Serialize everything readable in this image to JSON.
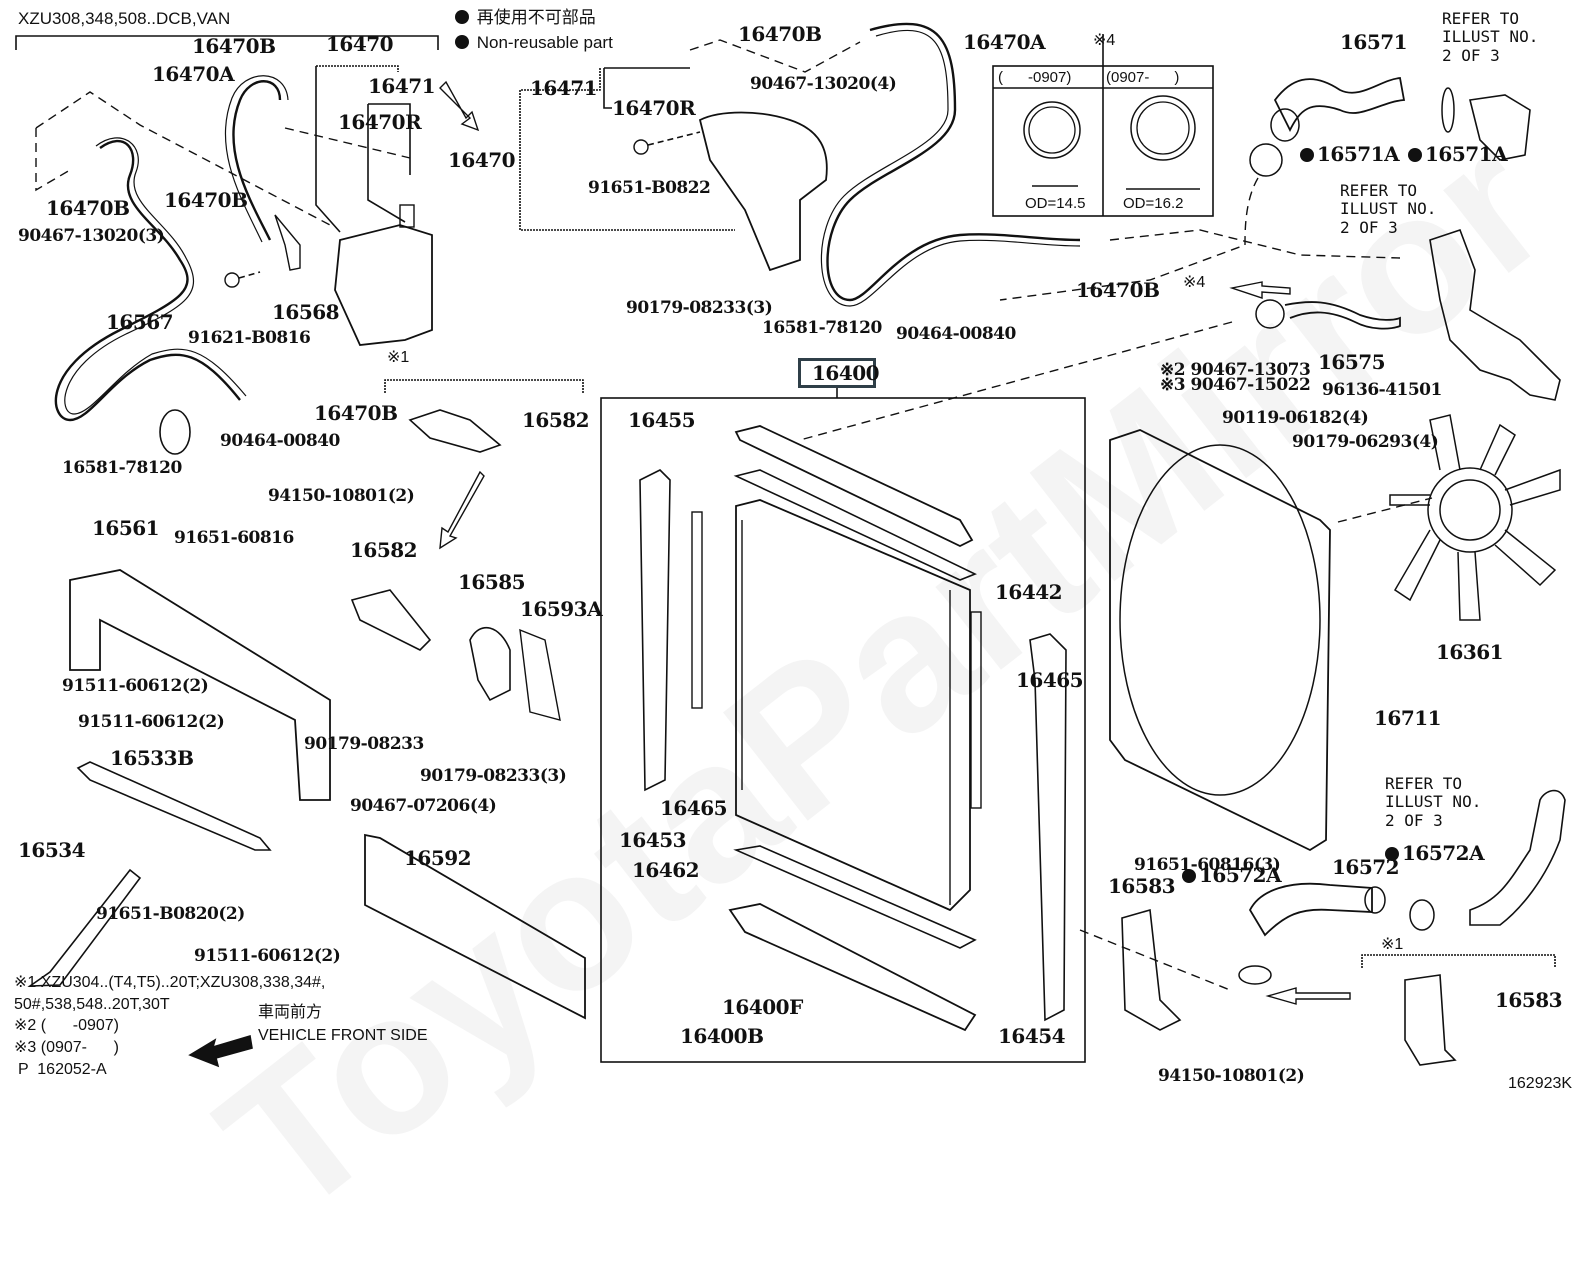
{
  "header": {
    "model_scope": "XZU308,348,508..DCB,VAN",
    "legend_jp": "再使用不可部品",
    "legend_en": "Non-reusable part"
  },
  "watermark": "ToyotaPartMirror",
  "highlighted_part": "16400",
  "od_table": {
    "note_ref": "※4",
    "columns": [
      {
        "range": "(      -0907)",
        "od": "OD=14.5"
      },
      {
        "range": "(0907-      )",
        "od": "OD=16.2"
      }
    ]
  },
  "parts": [
    {
      "id": "p01",
      "text": "16470B",
      "non_reusable": false
    },
    {
      "id": "p02",
      "text": "16470",
      "non_reusable": false
    },
    {
      "id": "p03",
      "text": "16470A",
      "non_reusable": false
    },
    {
      "id": "p04",
      "text": "16471",
      "non_reusable": false
    },
    {
      "id": "p05",
      "text": "16470R",
      "non_reusable": false
    },
    {
      "id": "p06",
      "text": "16470B",
      "non_reusable": false
    },
    {
      "id": "p07",
      "text": "16470B",
      "non_reusable": false
    },
    {
      "id": "p08",
      "text": "90467-13020(3)",
      "non_reusable": false
    },
    {
      "id": "p09",
      "text": "16567",
      "non_reusable": false
    },
    {
      "id": "p10",
      "text": "16568",
      "non_reusable": false
    },
    {
      "id": "p11",
      "text": "91621-B0816",
      "non_reusable": false
    },
    {
      "id": "p12",
      "text": "16470B",
      "non_reusable": false
    },
    {
      "id": "p13",
      "text": "90464-00840",
      "non_reusable": false
    },
    {
      "id": "p14",
      "text": "16581-78120",
      "non_reusable": false
    },
    {
      "id": "p15",
      "text": "16470B",
      "non_reusable": false
    },
    {
      "id": "p16",
      "text": "16470A",
      "non_reusable": false
    },
    {
      "id": "p17",
      "text": "16471",
      "non_reusable": false
    },
    {
      "id": "p18",
      "text": "16470R",
      "non_reusable": false
    },
    {
      "id": "p19",
      "text": "16470",
      "non_reusable": false
    },
    {
      "id": "p20",
      "text": "91651-B0822",
      "non_reusable": false
    },
    {
      "id": "p21",
      "text": "90467-13020(4)",
      "non_reusable": false
    },
    {
      "id": "p22",
      "text": "90179-08233(3)",
      "non_reusable": false
    },
    {
      "id": "p23",
      "text": "16581-78120",
      "non_reusable": false
    },
    {
      "id": "p24",
      "text": "90464-00840",
      "non_reusable": false
    },
    {
      "id": "p25",
      "text": "16470B",
      "non_reusable": false
    },
    {
      "id": "p26",
      "text": "16571",
      "non_reusable": false
    },
    {
      "id": "p27",
      "text": "16571A",
      "non_reusable": true
    },
    {
      "id": "p28",
      "text": "16571A",
      "non_reusable": true
    },
    {
      "id": "p29",
      "text": "16575",
      "non_reusable": false
    },
    {
      "id": "p30",
      "text": "90467-13073",
      "non_reusable": false,
      "note": "※2"
    },
    {
      "id": "p31",
      "text": "90467-15022",
      "non_reusable": false,
      "note": "※3"
    },
    {
      "id": "p32",
      "text": "96136-41501",
      "non_reusable": false
    },
    {
      "id": "p33",
      "text": "16400",
      "non_reusable": false
    },
    {
      "id": "p34",
      "text": "16455",
      "non_reusable": false
    },
    {
      "id": "p35",
      "text": "16442",
      "non_reusable": false
    },
    {
      "id": "p36",
      "text": "16465",
      "non_reusable": false
    },
    {
      "id": "p37",
      "text": "16465",
      "non_reusable": false
    },
    {
      "id": "p38",
      "text": "16453",
      "non_reusable": false
    },
    {
      "id": "p39",
      "text": "16462",
      "non_reusable": false
    },
    {
      "id": "p40",
      "text": "16400F",
      "non_reusable": false
    },
    {
      "id": "p41",
      "text": "16400B",
      "non_reusable": false
    },
    {
      "id": "p42",
      "text": "16454",
      "non_reusable": false
    },
    {
      "id": "p43",
      "text": "90119-06182(4)",
      "non_reusable": false
    },
    {
      "id": "p44",
      "text": "90179-06293(4)",
      "non_reusable": false
    },
    {
      "id": "p45",
      "text": "16361",
      "non_reusable": false
    },
    {
      "id": "p46",
      "text": "16711",
      "non_reusable": false
    },
    {
      "id": "p47",
      "text": "16582",
      "non_reusable": false
    },
    {
      "id": "p48",
      "text": "94150-10801(2)",
      "non_reusable": false
    },
    {
      "id": "p49",
      "text": "16582",
      "non_reusable": false
    },
    {
      "id": "p50",
      "text": "16561",
      "non_reusable": false
    },
    {
      "id": "p51",
      "text": "91651-60816",
      "non_reusable": false
    },
    {
      "id": "p52",
      "text": "16585",
      "non_reusable": false
    },
    {
      "id": "p53",
      "text": "16593A",
      "non_reusable": false
    },
    {
      "id": "p54",
      "text": "91511-60612(2)",
      "non_reusable": false
    },
    {
      "id": "p55",
      "text": "91511-60612(2)",
      "non_reusable": false
    },
    {
      "id": "p56",
      "text": "16533B",
      "non_reusable": false
    },
    {
      "id": "p57",
      "text": "90179-08233",
      "non_reusable": false
    },
    {
      "id": "p58",
      "text": "90179-08233(3)",
      "non_reusable": false
    },
    {
      "id": "p59",
      "text": "90467-07206(4)",
      "non_reusable": false
    },
    {
      "id": "p60",
      "text": "16534",
      "non_reusable": false
    },
    {
      "id": "p61",
      "text": "91651-B0820(2)",
      "non_reusable": false
    },
    {
      "id": "p62",
      "text": "91511-60612(2)",
      "non_reusable": false
    },
    {
      "id": "p63",
      "text": "16592",
      "non_reusable": false
    },
    {
      "id": "p64",
      "text": "91651-60816(3)",
      "non_reusable": false
    },
    {
      "id": "p65",
      "text": "16583",
      "non_reusable": false
    },
    {
      "id": "p66",
      "text": "16572A",
      "non_reusable": true
    },
    {
      "id": "p67",
      "text": "16572",
      "non_reusable": false
    },
    {
      "id": "p68",
      "text": "16572A",
      "non_reusable": true
    },
    {
      "id": "p69",
      "text": "94150-10801(2)",
      "non_reusable": false
    },
    {
      "id": "p70",
      "text": "16583",
      "non_reusable": false
    }
  ],
  "refer_notes": [
    "REFER TO\nILLUST NO.\n2 OF 3",
    "REFER TO\nILLUST NO.\n2 OF 3",
    "REFER TO\nILLUST NO.\n2 OF 3"
  ],
  "markers": {
    "note4_top": "※4",
    "note4_arrow": "※4",
    "note1_bracket_a": "※1",
    "note1_bracket_b": "※1"
  },
  "footnotes": {
    "n1": "※1 XZU304..(T4,T5)..20T;XZU308,338,34#,",
    "n1b": "50#,538,548..20T,30T",
    "n2": "※2 (      -0907)",
    "n3": "※3 (0907-      )",
    "page_code": "P  162052-A"
  },
  "direction": {
    "jp": "車両前方",
    "en": "VEHICLE FRONT SIDE"
  },
  "illustration_id": "162923K"
}
